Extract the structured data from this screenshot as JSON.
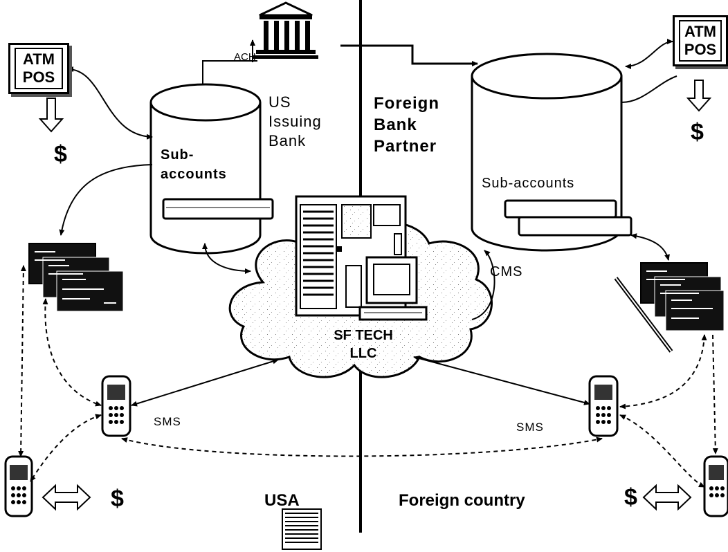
{
  "atm_left": {
    "line1": "ATM",
    "line2": "POS"
  },
  "atm_right": {
    "line1": "ATM",
    "line2": "POS"
  },
  "dollar": "$",
  "ach_label": "ACH",
  "us_bank": {
    "line1": "US",
    "line2": "Issuing",
    "line3": "Bank"
  },
  "foreign_bank": {
    "line1": "Foreign",
    "line2": "Bank",
    "line3": "Partner"
  },
  "sub_accounts_left": {
    "line1": "Sub-",
    "line2": "accounts"
  },
  "sub_accounts_right": "Sub-accounts",
  "cms": "CMS",
  "sf_tech": {
    "line1": "SF TECH",
    "line2": "LLC"
  },
  "sms_left": "SMS",
  "sms_right": "SMS",
  "usa": "USA",
  "foreign_country": "Foreign country"
}
